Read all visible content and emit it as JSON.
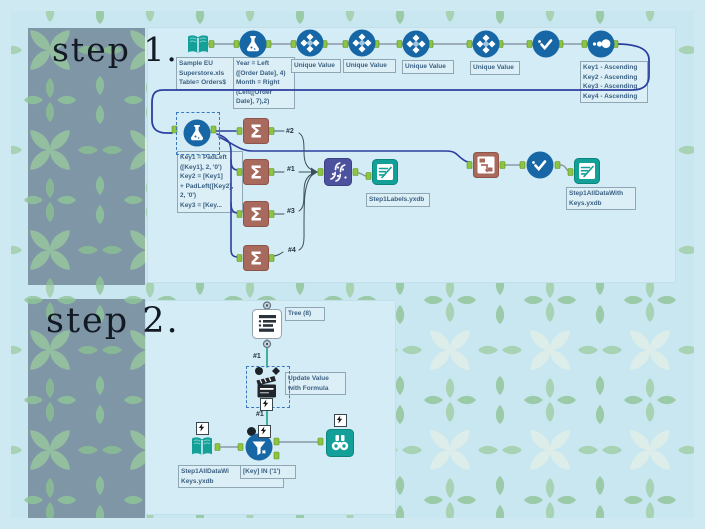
{
  "page": {
    "step1_label": "step 1.",
    "step2_label": "step 2."
  },
  "colors": {
    "canvas": "#d3ecf5",
    "pattern_light_bg": "#c9e7f0",
    "pattern_light_leaf": "#9bcaa9",
    "pattern_dark_bg": "#7e96a6",
    "pattern_dark_leaf": "#8cbd9a",
    "tool_blue": "#1766a5",
    "tool_teal": "#12a099",
    "tool_brick": "#a96a5e",
    "tool_indigo": "#4d529e",
    "anchor_green": "#8cc53f",
    "wire_blue": "#2b3f9f",
    "wire_gray": "#8a9aa5",
    "wire_teal": "#1fa08c",
    "annotation_text": "#3c6183"
  },
  "icons": {
    "sigma_glyph": "Σ",
    "input_data": "open-book",
    "formula": "flask",
    "unique": "diamonds",
    "select": "checkmark",
    "sort": "dots-ascending",
    "summarize": "sigma",
    "join_multiple": "zipper",
    "output_data": "clipboard-pencil",
    "crosstab": "table-arrow",
    "browse": "binoculars",
    "filter": "funnel",
    "tree": "list-tree",
    "action": "clapperboard",
    "interface_badge": "lightning-bolt"
  },
  "step1": {
    "input_annotation": {
      "lines": [
        "Sample EU",
        "Superstore.xls",
        "Table= Orders$"
      ]
    },
    "formula1_annotation": {
      "lines": [
        "Year = Left",
        "([Order Date], 4)",
        "Month = Right",
        "(Left([Order",
        "Date], 7),2)"
      ]
    },
    "unique_labels": [
      "Unique Value",
      "Unique Value",
      "Unique Value",
      "Unique Value"
    ],
    "sort_annotation": {
      "lines": [
        "Key1 - Ascending",
        "Key2 - Ascending",
        "Key3 - Ascending",
        "Key4 - Ascending"
      ]
    },
    "formula2_annotation": {
      "lines": [
        "Key1 = PadLeft",
        "([Key1], 2, '0')",
        "Key2 = [Key1]",
        "+ PadLeft([Key2],",
        "2, '0')",
        "Key3 = [Key..."
      ]
    },
    "connection_labels": [
      "#2",
      "#1",
      "#3",
      "#4"
    ],
    "labels_output_annotation": "Step1Labels.yxdb",
    "final_output_annotation": {
      "lines": [
        "Step1AllDataWith",
        "Keys.yxdb"
      ]
    }
  },
  "step2": {
    "tree_annotation": "Tree (8)",
    "tree_connection_label": "#1",
    "action_annotation": {
      "lines": [
        "Update Value",
        "with Formula"
      ]
    },
    "action_connection_label": "#1",
    "input_annotation": {
      "lines": [
        "Step1AllDataWi",
        "Keys.yxdb"
      ]
    },
    "filter_annotation": "[Key] IN ('1')"
  }
}
